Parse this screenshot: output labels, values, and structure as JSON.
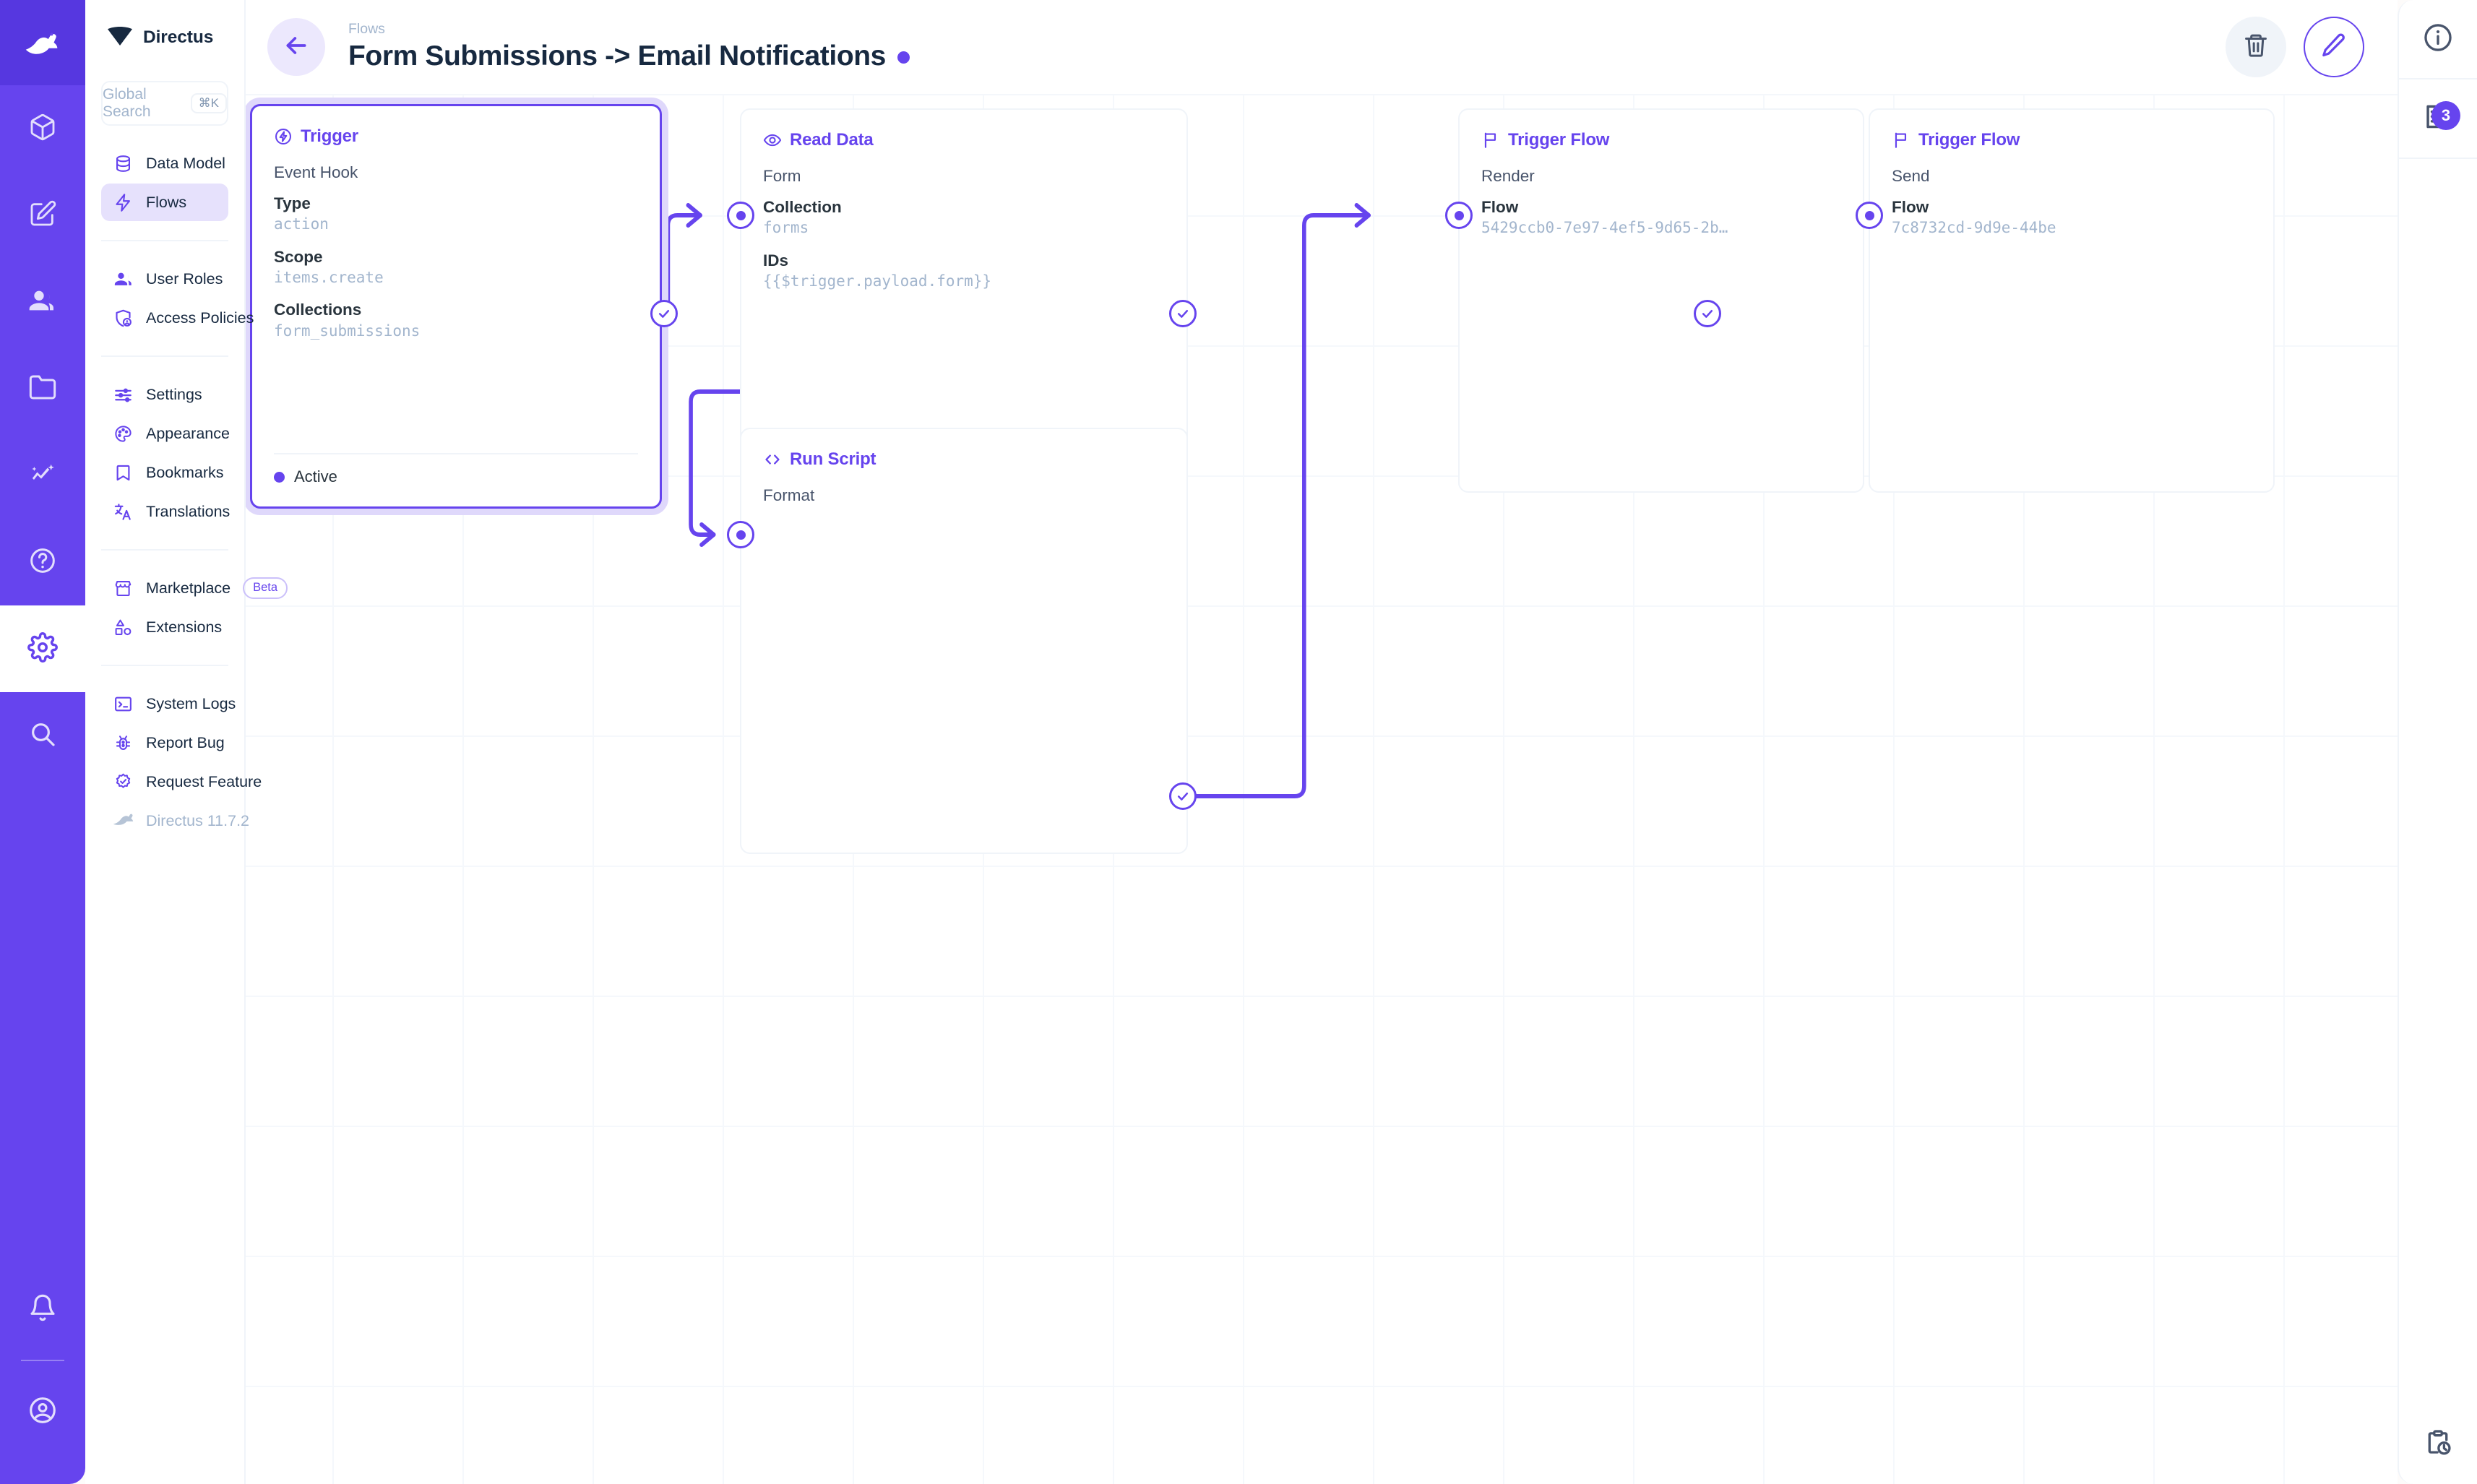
{
  "brand": {
    "name": "Directus",
    "logo_icon": "directus-diamond-logo"
  },
  "module_bar": {
    "items": [
      {
        "icon": "directus-rabbit-logo",
        "name": "directus-logo",
        "active": false
      },
      {
        "icon": "box-icon",
        "name": "content-module",
        "active": false
      },
      {
        "icon": "edit-square-icon",
        "name": "editor-module",
        "active": false
      },
      {
        "icon": "users-icon",
        "name": "users-module",
        "active": false
      },
      {
        "icon": "folder-icon",
        "name": "files-module",
        "active": false
      },
      {
        "icon": "insights-icon",
        "name": "insights-module",
        "active": false
      },
      {
        "icon": "help-circle-icon",
        "name": "help-module",
        "active": false
      },
      {
        "icon": "gear-icon",
        "name": "settings-module",
        "active": true
      },
      {
        "icon": "search-icon",
        "name": "search-module",
        "active": false
      }
    ],
    "bottom": [
      {
        "icon": "bell-icon",
        "name": "notifications-button"
      },
      {
        "icon": "account-circle-icon",
        "name": "account-button"
      }
    ]
  },
  "search": {
    "placeholder": "Global Search",
    "shortcut": "⌘K"
  },
  "sidebar": {
    "groups": [
      {
        "items": [
          {
            "label": "Data Model",
            "icon": "database-icon",
            "active": false
          },
          {
            "label": "Flows",
            "icon": "bolt-icon",
            "active": true
          }
        ]
      },
      {
        "items": [
          {
            "label": "User Roles",
            "icon": "users-icon",
            "active": false
          },
          {
            "label": "Access Policies",
            "icon": "shield-person-icon",
            "active": false
          }
        ]
      },
      {
        "items": [
          {
            "label": "Settings",
            "icon": "tune-icon",
            "active": false
          },
          {
            "label": "Appearance",
            "icon": "palette-icon",
            "active": false
          },
          {
            "label": "Bookmarks",
            "icon": "bookmark-icon",
            "active": false
          },
          {
            "label": "Translations",
            "icon": "translate-icon",
            "active": false
          }
        ]
      },
      {
        "items": [
          {
            "label": "Marketplace",
            "icon": "storefront-icon",
            "badge": "Beta",
            "active": false
          },
          {
            "label": "Extensions",
            "icon": "extensions-icon",
            "active": false
          }
        ]
      },
      {
        "items": [
          {
            "label": "System Logs",
            "icon": "terminal-icon",
            "active": false
          },
          {
            "label": "Report Bug",
            "icon": "bug-icon",
            "active": false
          },
          {
            "label": "Request Feature",
            "icon": "verified-icon",
            "active": false
          },
          {
            "label": "Directus 11.7.2",
            "icon": "directus-rabbit-logo",
            "muted": true,
            "active": false
          }
        ]
      }
    ]
  },
  "header": {
    "back_label": "back-arrow",
    "breadcrumb": "Flows",
    "title": "Form Submissions -> Email Notifications",
    "status": "active",
    "actions": [
      {
        "name": "delete-flow-button",
        "icon": "trash-icon"
      },
      {
        "name": "edit-flow-button",
        "icon": "pencil-icon"
      }
    ]
  },
  "right_rail": {
    "info_icon": "info-circle-icon",
    "logs_icon": "logs-icon",
    "logs_badge": "3",
    "history_icon": "clipboard-clock-icon"
  },
  "flow": {
    "nodes": [
      {
        "id": "trigger",
        "type": "Trigger",
        "icon": "bolt-circle-icon",
        "subtitle": "Event Hook",
        "selected": true,
        "fields": [
          {
            "label": "Type",
            "value": "action"
          },
          {
            "label": "Scope",
            "value": "items.create"
          },
          {
            "label": "Collections",
            "value": "form_submissions"
          }
        ],
        "footer": "Active"
      },
      {
        "id": "read-data",
        "type": "Read Data",
        "icon": "eye-icon",
        "subtitle": "Form",
        "selected": false,
        "fields": [
          {
            "label": "Collection",
            "value": "forms"
          },
          {
            "label": "IDs",
            "value": "{{$trigger.payload.form}}"
          }
        ]
      },
      {
        "id": "trigger-flow-render",
        "type": "Trigger Flow",
        "icon": "flag-icon",
        "subtitle": "Render",
        "selected": false,
        "fields": [
          {
            "label": "Flow",
            "value": "5429ccb0-7e97-4ef5-9d65-2b…"
          }
        ]
      },
      {
        "id": "trigger-flow-send",
        "type": "Trigger Flow",
        "icon": "flag-icon",
        "subtitle": "Send",
        "selected": false,
        "fields": [
          {
            "label": "Flow",
            "value": "7c8732cd-9d9e-44be"
          }
        ]
      },
      {
        "id": "run-script",
        "type": "Run Script",
        "icon": "code-icon",
        "subtitle": "Format",
        "selected": false,
        "fields": []
      }
    ]
  },
  "colors": {
    "brand_purple": "#6644ee",
    "module_bar_bg": "#6644ee",
    "text_dark": "#172940",
    "text_muted": "#a2b5cd",
    "border_light": "#f0f4f9"
  }
}
